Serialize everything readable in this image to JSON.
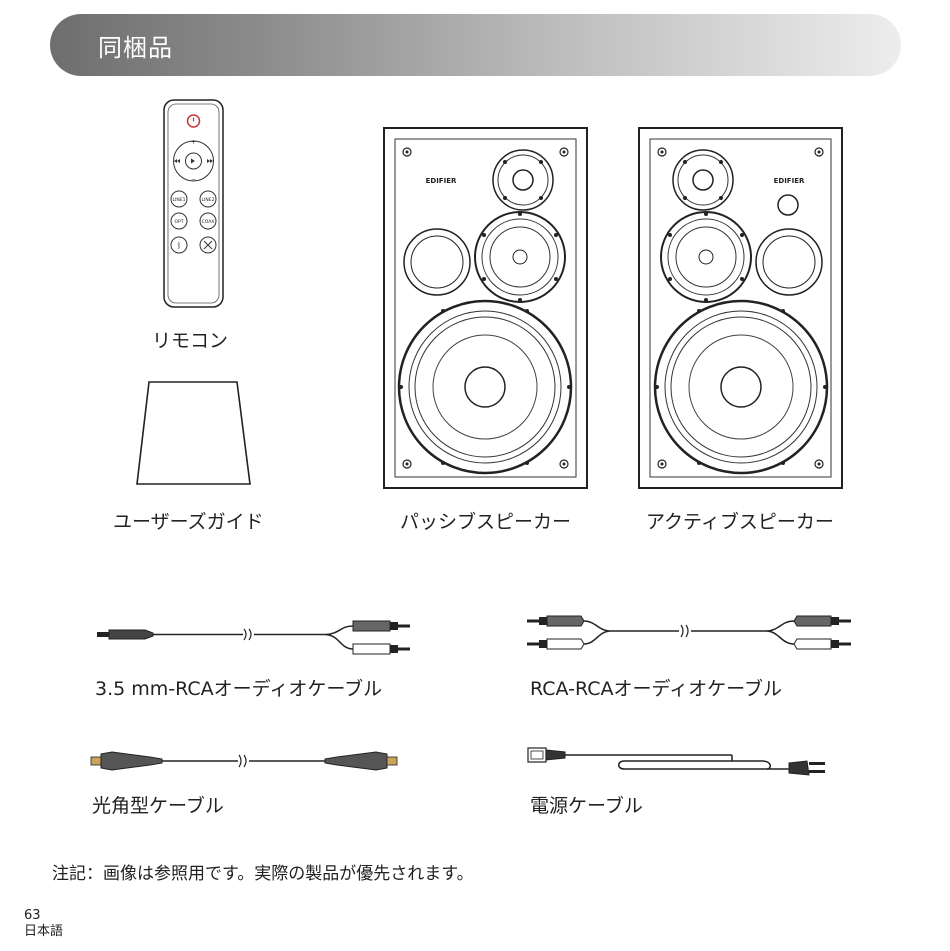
{
  "header": {
    "title": "同梱品"
  },
  "items": {
    "remote": {
      "label": "リモコン",
      "buttons": {
        "line1": "LINE1",
        "line2": "LINE2",
        "opt": "OPT",
        "coax": "COAX"
      }
    },
    "guide": {
      "label": "ユーザーズガイド"
    },
    "passive_speaker": {
      "label": "パッシブスピーカー",
      "brand": "EDIFIER"
    },
    "active_speaker": {
      "label": "アクティブスピーカー",
      "brand": "EDIFIER"
    },
    "cable_35_rca": {
      "label": "3.5 mm-RCAオーディオケーブル"
    },
    "cable_rca_rca": {
      "label": "RCA-RCAオーディオケーブル"
    },
    "cable_optical": {
      "label": "光角型ケーブル"
    },
    "cable_power": {
      "label": "電源ケーブル"
    }
  },
  "note": "注記：画像は参照用です。実際の製品が優先されます。",
  "footer": {
    "page_number": "63",
    "language": "日本語"
  }
}
